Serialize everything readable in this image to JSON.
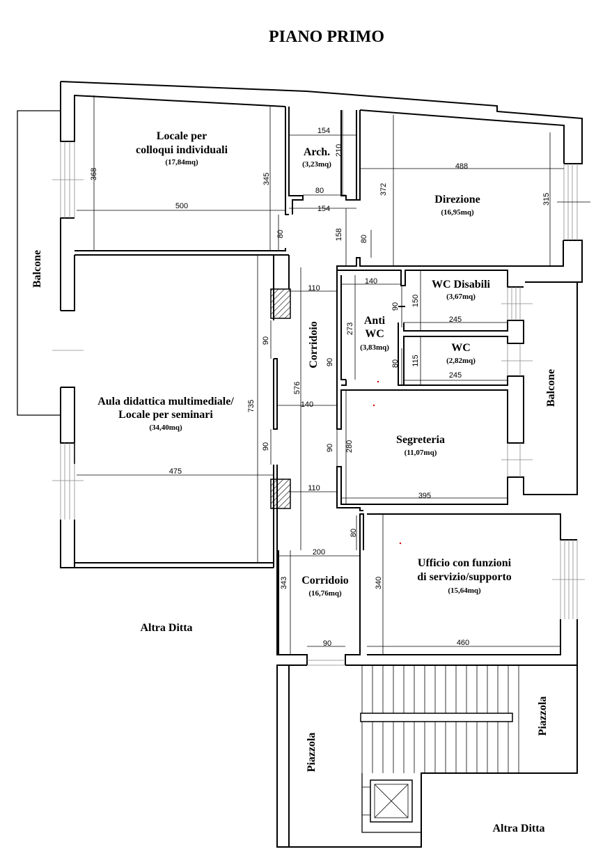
{
  "title": "PIANO PRIMO",
  "rooms": {
    "colloqui": {
      "name1": "Locale per",
      "name2": "colloqui individuali",
      "area": "(17,84mq)"
    },
    "archivio": {
      "name": "Arch.",
      "area": "(3,23mq)"
    },
    "direzione": {
      "name": "Direzione",
      "area": "(16,95mq)"
    },
    "wc_disabili": {
      "name": "WC Disabili",
      "area": "(3,67mq)"
    },
    "anti_wc": {
      "name1": "Anti",
      "name2": "WC",
      "area": "(3,83mq)"
    },
    "wc": {
      "name": "WC",
      "area": "(2,82mq)"
    },
    "aula": {
      "name1": "Aula didattica multimediale/",
      "name2": "Locale per seminari",
      "area": "(34,40mq)"
    },
    "segreteria": {
      "name": "Segreteria",
      "area": "(11,07mq)"
    },
    "corridoio_upper": {
      "name": "Corridoio"
    },
    "corridoio_lower": {
      "name": "Corridoio",
      "area": "(16,76mq)"
    },
    "ufficio": {
      "name1": "Ufficio con funzioni",
      "name2": "di servizio/supporto",
      "area": "(15,64mq)"
    }
  },
  "outside": {
    "balcone_left": "Balcone",
    "balcone_right": "Balcone",
    "piazzola_left": "Piazzola",
    "piazzola_right": "Piazzola",
    "altra_ditta_left": "Altra Ditta",
    "altra_ditta_right": "Altra Ditta"
  },
  "dimensions": {
    "colloqui_height": "368",
    "colloqui_height_inner": "345",
    "colloqui_width": "500",
    "colloqui_door": "80",
    "arch_width": "154",
    "arch_height": "210",
    "arch_door": "80",
    "arch_width_bottom": "154",
    "corridor_158": "158",
    "direzione_door": "80",
    "direzione_width": "488",
    "direzione_height": "372",
    "direzione_window": "315",
    "corridor_110_top": "110",
    "anti_width": "140",
    "anti_door": "90",
    "wcd_height": "150",
    "wcd_width": "245",
    "anti_height": "273",
    "wc_door_left": "90",
    "wc_door": "80",
    "wc_height": "115",
    "wc_width": "245",
    "aula_door_top": "90",
    "corridor_576": "576",
    "corridor_140": "140",
    "aula_height": "735",
    "aula_door_bottom": "90",
    "segr_door": "90",
    "segr_height": "280",
    "aula_width": "475",
    "corridor_110_bottom": "110",
    "segr_width": "395",
    "ufficio_door": "80",
    "corr2_width": "200",
    "corr2_height": "343",
    "ufficio_height": "340",
    "corr2_door": "90",
    "ufficio_width": "460"
  }
}
